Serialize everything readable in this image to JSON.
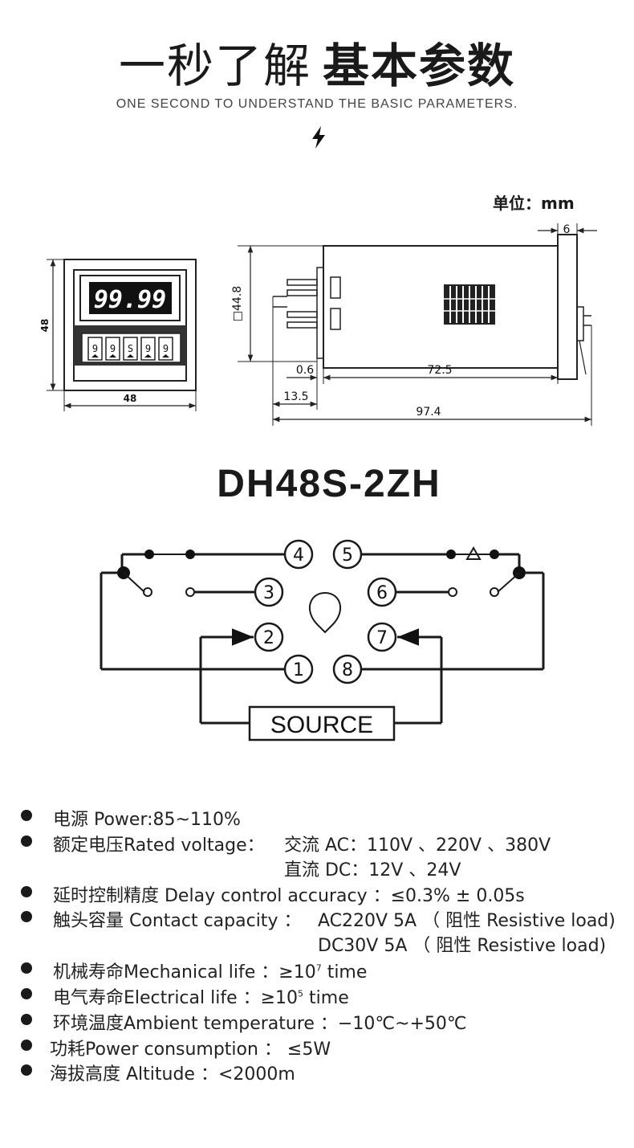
{
  "header": {
    "title_light": "一秒了解",
    "title_bold": "基本参数",
    "subtitle": "ONE SECOND TO UNDERSTAND THE BASIC PARAMETERS.",
    "unit_label": "单位：mm"
  },
  "front_view": {
    "display": "99.99",
    "digits": [
      "9",
      "9",
      "S",
      "9",
      "9"
    ],
    "height_label": "48",
    "width_label": "48"
  },
  "side_view": {
    "label_square": "□44.8",
    "label_6": "6",
    "label_0_6": "0.6",
    "label_72_5": "72.5",
    "label_13_5": "13.5",
    "label_97_4": "97.4"
  },
  "model": "DH48S-2ZH",
  "wiring": {
    "pins": [
      "4",
      "5",
      "3",
      "6",
      "2",
      "7",
      "1",
      "8"
    ],
    "source_label": "SOURCE"
  },
  "specs": {
    "power": "电源 Power:85~110%",
    "rated_label": "额定电压Rated voltage：",
    "rated_ac": "交流 AC：110V 、220V 、380V",
    "rated_dc": "直流 DC：12V  、24V",
    "delay": "延时控制精度 Delay control accuracy ：≤0.3% ± 0.05s",
    "contact_label": "触头容量 Contact capacity ：",
    "contact_ac": "AC220V 5A （ 阻性 Resistive load)",
    "contact_dc": "DC30V  5A  （ 阻性 Resistive load)",
    "mech_prefix": "机械寿命Mechanical life ：≥10",
    "mech_exp": "7",
    "mech_suffix": " time",
    "elec_prefix": "电气寿命Electrical life ：≥10",
    "elec_exp": "5",
    "elec_suffix": "  time",
    "ambient": "环境温度Ambient temperature ：−10℃~+50℃",
    "consumption": "功耗Power consumption ：  ≤5W",
    "altitude": "海拔高度 Altitude ：<2000m"
  },
  "colors": {
    "ink": "#1a1a1a",
    "background": "#ffffff"
  }
}
